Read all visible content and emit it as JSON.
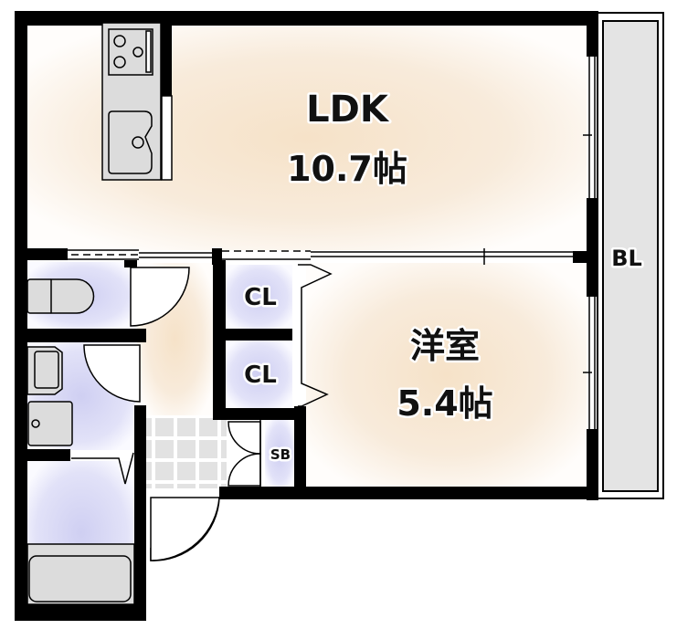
{
  "rooms": {
    "ldk": {
      "name": "LDK",
      "size": "10.7帖"
    },
    "western": {
      "name": "洋室",
      "size": "5.4帖"
    },
    "closet_1": {
      "name": "CL"
    },
    "closet_2": {
      "name": "CL"
    },
    "shoe_box": {
      "name": "SB"
    },
    "balcony": {
      "name": "BL"
    }
  },
  "colors": {
    "wall": "#000000",
    "floor_warm": "#f6e3cc",
    "floor_wet": "#d6d6f4",
    "fixture": "#dcdcdc",
    "balcony": "#e4e4e4"
  }
}
